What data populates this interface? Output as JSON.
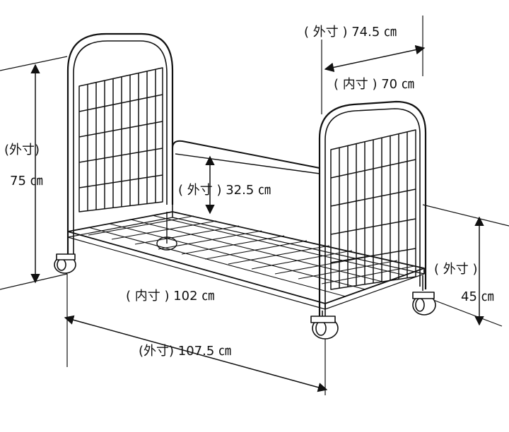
{
  "labels": {
    "top_outer": "( 外寸 ) 74.5 ㎝",
    "top_inner": "( 内寸 ) 70 ㎝",
    "left_outer_tag": "(外寸)",
    "left_outer_value": "75 ㎝",
    "mid_outer": "( 外寸 ) 32.5 ㎝",
    "right_outer_tag": "( 外寸 )",
    "right_outer_value": "45 ㎝",
    "bottom_inner": "( 内寸 ) 102 ㎝",
    "bottom_outer": "(外寸) 107.5 ㎝"
  },
  "colors": {
    "line": "#111111",
    "background": "#ffffff"
  }
}
